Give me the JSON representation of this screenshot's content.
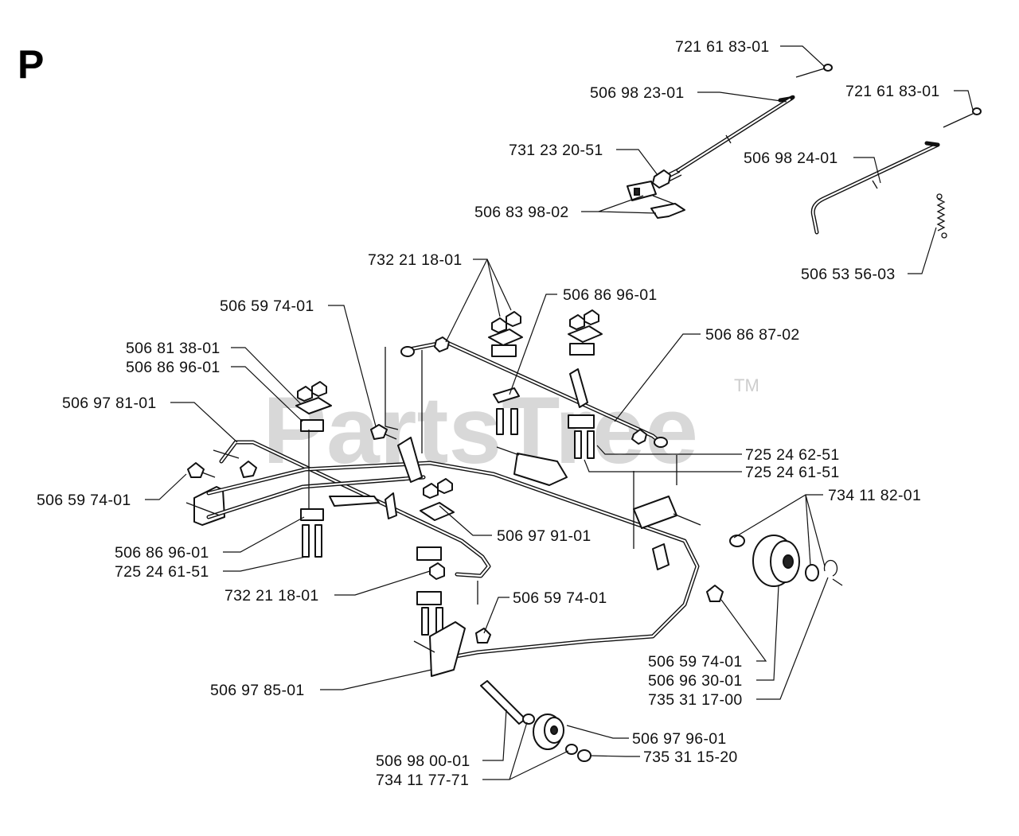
{
  "section_letter": "P",
  "watermark": {
    "text": "PartsTree",
    "trademark": "TM"
  },
  "part_numbers": {
    "hairpin_top": "721 61 83-01",
    "hairpin_right": "721 61 83-01",
    "rod_left": "506 98 23-01",
    "nut_top": "731 23 20-51",
    "rod_right": "506 98 24-01",
    "clevis": "506 83 98-02",
    "spring": "506 53 56-03",
    "nuts_center": "732 21 18-01",
    "clamp_center": "506 86 96-01",
    "bolt_mid": "506 59 74-01",
    "lift_arm_right": "506 86 87-02",
    "clamp_upper_left": "506 81 38-01",
    "clamp_upper_left_2": "506 86 96-01",
    "lift_arm_left": "506 97 81-01",
    "screw_right_1": "725 24 62-51",
    "screw_right_2": "725 24 61-51",
    "washer_wheel": "734 11 82-01",
    "bolt_left": "506 59 74-01",
    "bracket_center": "506 97 91-01",
    "clamp_lower_left": "506 86 96-01",
    "screw_lower_left": "725 24 61-51",
    "nut_lower_center": "732 21 18-01",
    "bolt_lower_center": "506 59 74-01",
    "bolt_lower_right": "506 59 74-01",
    "wheel_large": "506 96 30-01",
    "circlip_large": "735 31 17-00",
    "frame": "506 97 85-01",
    "wheel_small": "506 97 96-01",
    "circlip_small": "735 31 15-20",
    "axle_small": "506 98 00-01",
    "washer_small": "734 11 77-71"
  }
}
